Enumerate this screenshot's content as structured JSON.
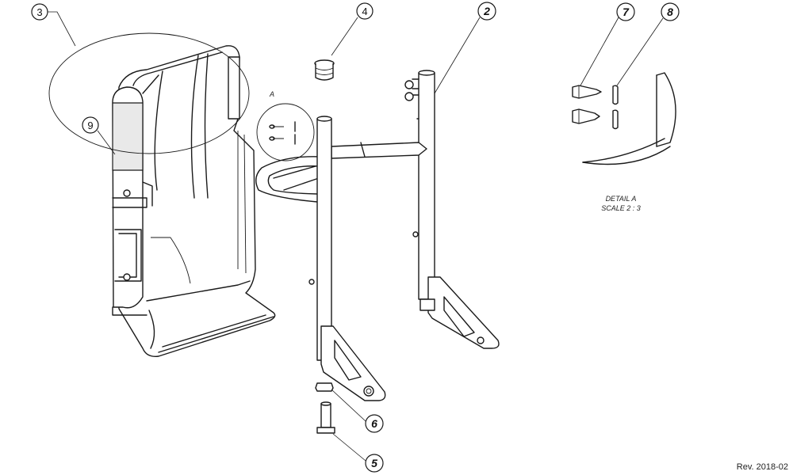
{
  "balloons": {
    "b3": "3",
    "b9": "9",
    "b4": "4",
    "b2": "2",
    "b7": "7",
    "b8": "8",
    "b6": "6",
    "b5": "5"
  },
  "detail": {
    "view_letter": "A",
    "title_line1": "DETAIL A",
    "title_line2": "SCALE 2 : 3"
  },
  "revision": "Rev. 2018-02"
}
